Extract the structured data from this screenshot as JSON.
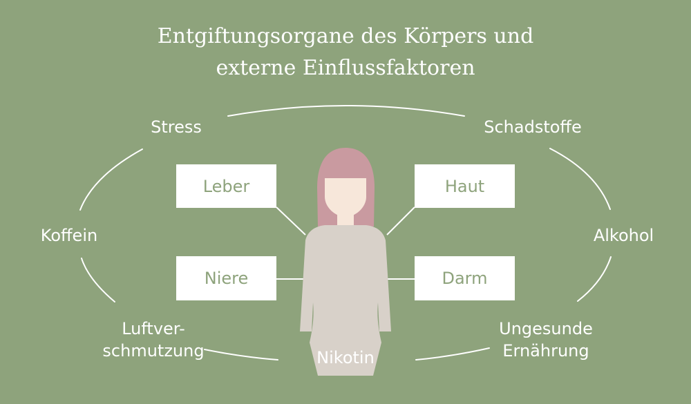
{
  "title": {
    "line1": "Entgiftungsorgane des Körpers und",
    "line2": "externe Einflussfaktoren"
  },
  "factors": {
    "stress": "Stress",
    "schadstoffe": "Schadstoffe",
    "koffein": "Koffein",
    "alkohol": "Alkohol",
    "luftverschmutzung_line1": "Luftver-",
    "luftverschmutzung_line2": "schmutzung",
    "nikotin": "Nikotin",
    "ernaehrung_line1": "Ungesunde",
    "ernaehrung_line2": "Ernährung"
  },
  "organs": {
    "leber": "Leber",
    "haut": "Haut",
    "niere": "Niere",
    "darm": "Darm"
  },
  "colors": {
    "background": "#8ea37c",
    "hair": "#c99aa0",
    "skin": "#f7e7da",
    "body": "#d8d1c9",
    "organ_text": "#8ea37c"
  }
}
